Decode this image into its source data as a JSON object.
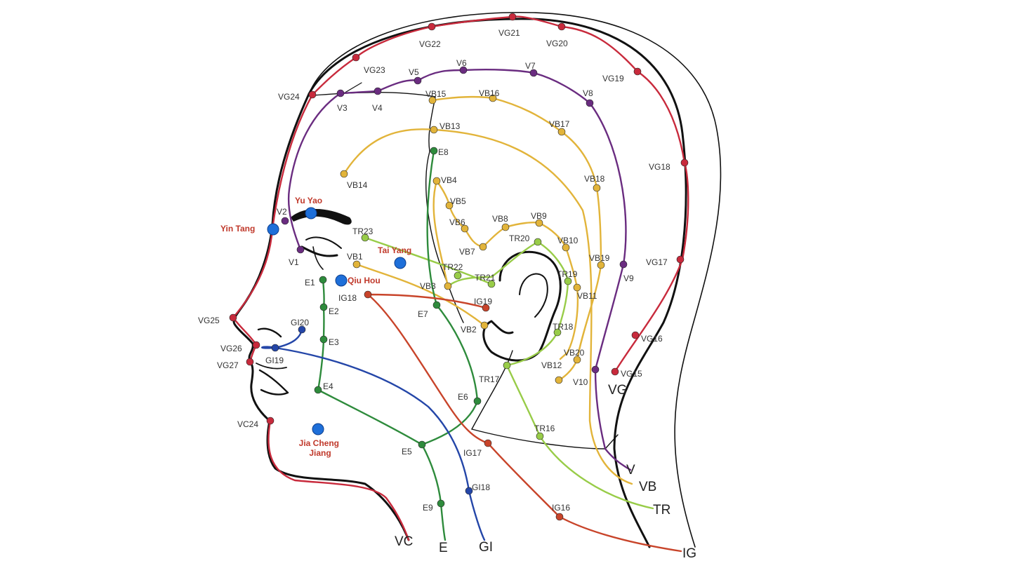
{
  "meridians": [
    {
      "id": "VG",
      "color": "#c82a3c",
      "label": "VG"
    },
    {
      "id": "VC",
      "color": "#c82a3c",
      "label": "VC"
    },
    {
      "id": "V",
      "color": "#6a2c80",
      "label": "V"
    },
    {
      "id": "VB",
      "color": "#e2b43a",
      "label": "VB"
    },
    {
      "id": "TR",
      "color": "#98cc48",
      "label": "TR"
    },
    {
      "id": "E",
      "color": "#2e8b3c",
      "label": "E"
    },
    {
      "id": "GI",
      "color": "#2446a8",
      "label": "GI"
    },
    {
      "id": "IG",
      "color": "#c8442a",
      "label": "IG"
    }
  ],
  "points": {
    "VG": [
      "VG15",
      "VG16",
      "VG17",
      "VG18",
      "VG19",
      "VG20",
      "VG21",
      "VG22",
      "VG23",
      "VG24",
      "VG25",
      "VG26",
      "VG27"
    ],
    "VC": [
      "VC24"
    ],
    "V": [
      "V1",
      "V2",
      "V3",
      "V4",
      "V5",
      "V6",
      "V7",
      "V8",
      "V9",
      "V10"
    ],
    "VB": [
      "VB1",
      "VB2",
      "VB3",
      "VB4",
      "VB5",
      "VB6",
      "VB7",
      "VB8",
      "VB9",
      "VB10",
      "VB11",
      "VB12",
      "VB13",
      "VB14",
      "VB15",
      "VB16",
      "VB17",
      "VB18",
      "VB19",
      "VB20"
    ],
    "TR": [
      "TR16",
      "TR17",
      "TR18",
      "TR19",
      "TR20",
      "TR21",
      "TR22",
      "TR23"
    ],
    "E": [
      "E1",
      "E2",
      "E3",
      "E4",
      "E5",
      "E6",
      "E7",
      "E8",
      "E9"
    ],
    "GI": [
      "GI18",
      "GI19",
      "GI20"
    ],
    "IG": [
      "IG16",
      "IG17",
      "IG18",
      "IG19"
    ]
  },
  "extra_points": [
    {
      "name": "Yin Tang",
      "color": "#1e6fd9",
      "label_color": "#c0392b"
    },
    {
      "name": "Yu Yao",
      "color": "#1e6fd9",
      "label_color": "#c0392b"
    },
    {
      "name": "Tai Yang",
      "color": "#1e6fd9",
      "label_color": "#c0392b"
    },
    {
      "name": "Qiu Hou",
      "color": "#1e6fd9",
      "label_color": "#c0392b"
    },
    {
      "name": "Jia Cheng Jiang",
      "color": "#1e6fd9",
      "label_color": "#c0392b"
    }
  ]
}
